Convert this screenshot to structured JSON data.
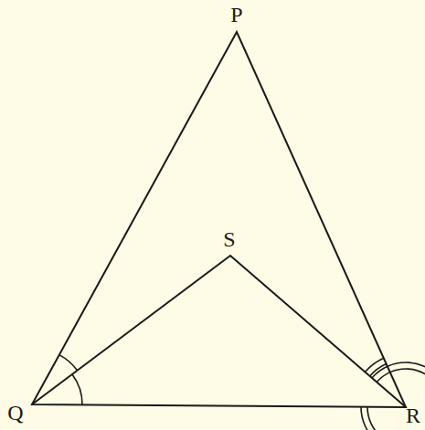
{
  "diagram": {
    "labels": [
      "P",
      "S",
      "Q",
      "R"
    ]
  }
}
